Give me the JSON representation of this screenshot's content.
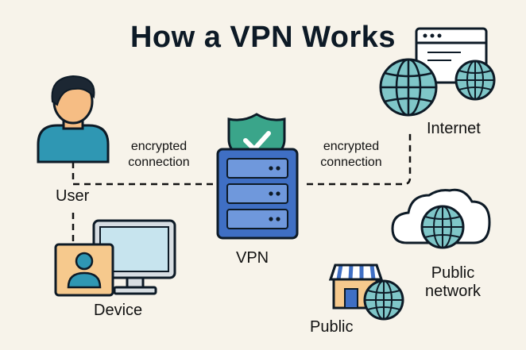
{
  "title": "How a VPN Works",
  "nodes": {
    "user": {
      "label": "User",
      "icon": "user-avatar-icon"
    },
    "device": {
      "label": "Device",
      "icon": "computer-monitor-icon"
    },
    "vpn": {
      "label": "VPN",
      "icon": "vpn-server-shield-icon"
    },
    "internet": {
      "label": "Internet",
      "icon": "globe-browser-icon"
    },
    "public_network": {
      "label": "Public network",
      "line1": "Public",
      "line2": "network",
      "icon": "cloud-globe-icon"
    },
    "public": {
      "label": "Public",
      "icon": "storefront-globe-icon"
    }
  },
  "edges": [
    {
      "from": "user",
      "to": "vpn",
      "label": "encrypted connection",
      "line1": "encrypted",
      "line2": "connection",
      "style": "dashed"
    },
    {
      "from": "vpn",
      "to": "internet",
      "label": "encrypted connection",
      "line1": "encrypted",
      "line2": "connection",
      "style": "dashed"
    },
    {
      "from": "user",
      "to": "device",
      "style": "dashed"
    }
  ],
  "colors": {
    "background": "#f7f3ea",
    "vpn_blue": "#3f6fc4",
    "shield_green": "#3aa58a",
    "globe_teal": "#7fc6c8",
    "user_teal": "#2f97b3",
    "skin": "#f6bd84",
    "outline": "#0d1a26"
  }
}
